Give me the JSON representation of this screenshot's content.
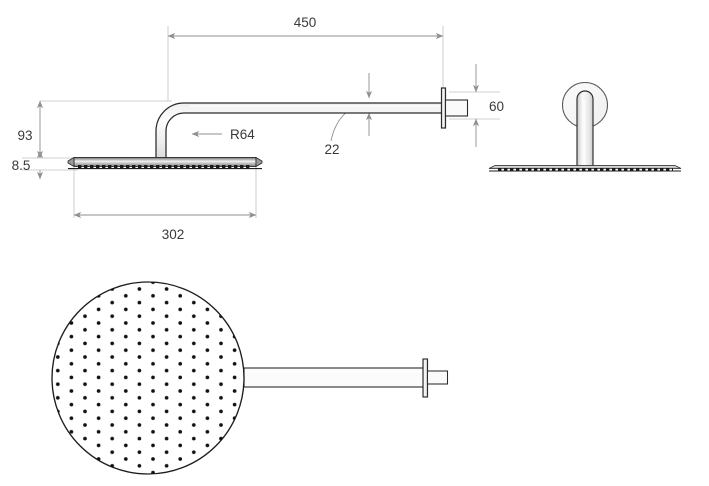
{
  "drawing": {
    "title": "Wall mounted shower arm and round rain shower head technical drawing",
    "units": "mm",
    "background_color": "#ffffff",
    "outline_color": "#2b2b2b",
    "dimension_line_color": "#9a9a9a",
    "text_color": "#3a3a3a",
    "highlight_fill": "#f2f2f2"
  },
  "dimensions": {
    "arm_projection": "450",
    "riser_height": "93",
    "head_thickness": "8.5",
    "head_diameter": "302",
    "bend_radius": "R64",
    "tube_diameter": "22",
    "wall_flange_offset": "60"
  },
  "views": [
    {
      "name": "side-elevation",
      "label": "",
      "callouts": [
        "450",
        "93",
        "8.5",
        "302",
        "R64",
        "22",
        "60"
      ]
    },
    {
      "name": "front-elevation",
      "label": "",
      "callouts": []
    },
    {
      "name": "plan-view",
      "label": "",
      "callouts": []
    }
  ],
  "plan_view": {
    "nozzle_count_note": "",
    "nozzle_dot_color": "#111111",
    "nozzle_rows": 15,
    "nozzle_spacing": 13.6
  }
}
